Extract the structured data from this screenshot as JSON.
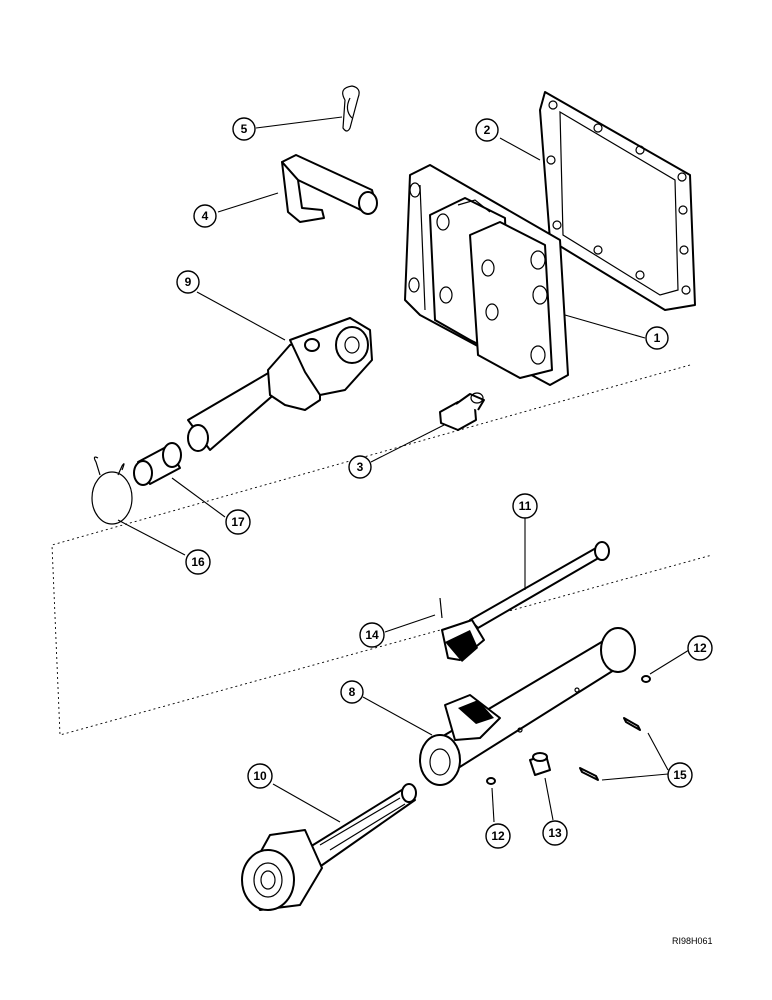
{
  "figure": {
    "reference_code": "RI98H061",
    "callouts": [
      {
        "id": "c1",
        "label": "1"
      },
      {
        "id": "c2",
        "label": "2"
      },
      {
        "id": "c3",
        "label": "3"
      },
      {
        "id": "c4",
        "label": "4"
      },
      {
        "id": "c5",
        "label": "5"
      },
      {
        "id": "c8",
        "label": "8"
      },
      {
        "id": "c9",
        "label": "9"
      },
      {
        "id": "c10",
        "label": "10"
      },
      {
        "id": "c11",
        "label": "11"
      },
      {
        "id": "c12a",
        "label": "12"
      },
      {
        "id": "c12b",
        "label": "12"
      },
      {
        "id": "c13",
        "label": "13"
      },
      {
        "id": "c14",
        "label": "14"
      },
      {
        "id": "c15",
        "label": "15"
      },
      {
        "id": "c16",
        "label": "16"
      },
      {
        "id": "c17",
        "label": "17"
      }
    ]
  }
}
